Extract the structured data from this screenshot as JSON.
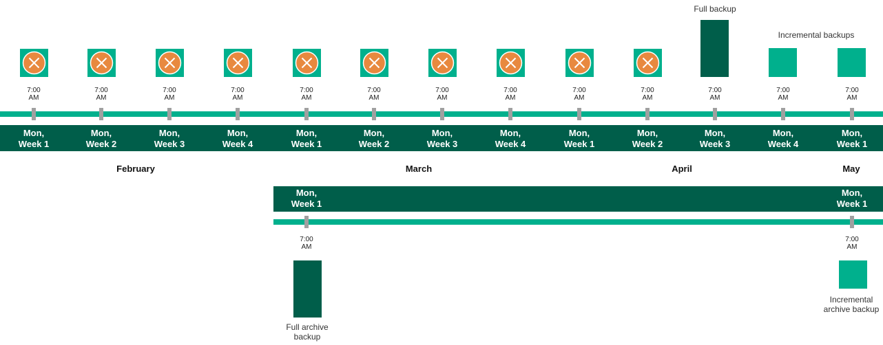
{
  "timeline": {
    "slots": [
      {
        "day": "Mon,",
        "week": "Week 1",
        "time": "7:00",
        "ampm": "AM",
        "marker": "failed"
      },
      {
        "day": "Mon,",
        "week": "Week 2",
        "time": "7:00",
        "ampm": "AM",
        "marker": "failed"
      },
      {
        "day": "Mon,",
        "week": "Week 3",
        "time": "7:00",
        "ampm": "AM",
        "marker": "failed"
      },
      {
        "day": "Mon,",
        "week": "Week 4",
        "time": "7:00",
        "ampm": "AM",
        "marker": "failed"
      },
      {
        "day": "Mon,",
        "week": "Week 1",
        "time": "7:00",
        "ampm": "AM",
        "marker": "failed"
      },
      {
        "day": "Mon,",
        "week": "Week 2",
        "time": "7:00",
        "ampm": "AM",
        "marker": "failed"
      },
      {
        "day": "Mon,",
        "week": "Week 3",
        "time": "7:00",
        "ampm": "AM",
        "marker": "failed"
      },
      {
        "day": "Mon,",
        "week": "Week 4",
        "time": "7:00",
        "ampm": "AM",
        "marker": "failed"
      },
      {
        "day": "Mon,",
        "week": "Week 1",
        "time": "7:00",
        "ampm": "AM",
        "marker": "failed"
      },
      {
        "day": "Mon,",
        "week": "Week 2",
        "time": "7:00",
        "ampm": "AM",
        "marker": "failed"
      },
      {
        "day": "Mon,",
        "week": "Week 3",
        "time": "7:00",
        "ampm": "AM",
        "marker": "full"
      },
      {
        "day": "Mon,",
        "week": "Week 4",
        "time": "7:00",
        "ampm": "AM",
        "marker": "incremental"
      },
      {
        "day": "Mon,",
        "week": "Week 1",
        "time": "7:00",
        "ampm": "AM",
        "marker": "incremental"
      }
    ],
    "full_backup_label": "Full backup",
    "incremental_label": "Incremental backups"
  },
  "months": [
    "February",
    "March",
    "April",
    "May"
  ],
  "archive": {
    "slots": [
      {
        "day": "Mon,",
        "week": "Week 1",
        "time": "7:00",
        "ampm": "AM",
        "caption_line1": "Full archive",
        "caption_line2": "backup"
      },
      {
        "day": "Mon,",
        "week": "Week 1",
        "time": "7:00",
        "ampm": "AM",
        "caption_line1": "Incremental",
        "caption_line2": "archive backup"
      }
    ]
  },
  "colors": {
    "accent": "#00b08d",
    "dark": "#005e4a",
    "failed": "#e8893f",
    "tick": "#a0a0a0"
  },
  "icons": {
    "failed": "failed-backup-icon"
  }
}
